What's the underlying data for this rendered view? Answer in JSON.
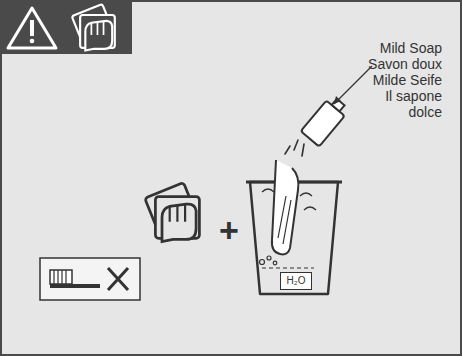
{
  "diagram": {
    "nodes": [
      {
        "text": [
          "H₂O"
        ]
      }
    ],
    "labels": [
      "Mild Soap",
      "Savon doux",
      "Milde Seife",
      "Il sapone dolce",
      "+"
    ]
  }
}
